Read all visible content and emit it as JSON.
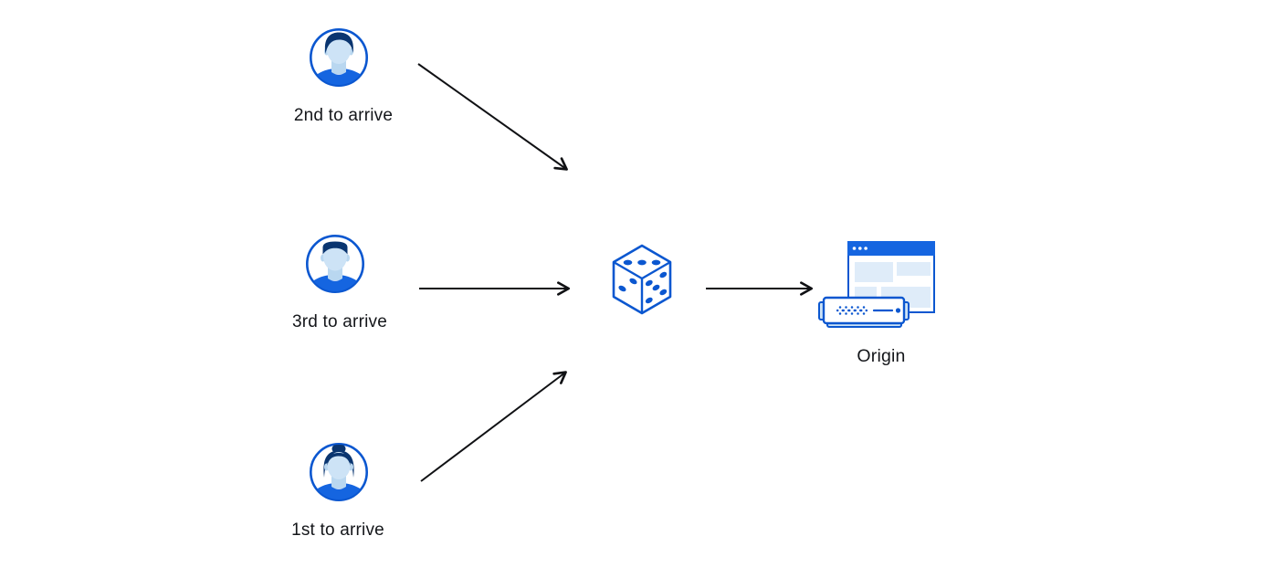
{
  "diagram": {
    "description": "Random traffic steering diagram: three clients send requests to a dice (random selector) which forwards to a single origin server",
    "clients": [
      {
        "label": "2nd to arrive",
        "icon": "user-avatar-man-icon"
      },
      {
        "label": "3rd to arrive",
        "icon": "user-avatar-man-short-hair-icon"
      },
      {
        "label": "1st to arrive",
        "icon": "user-avatar-woman-icon"
      }
    ],
    "selector": {
      "icon": "dice-icon",
      "die_faces": {
        "top_pips": 3,
        "left_pips": 2,
        "right_pips": 5
      }
    },
    "origin": {
      "label": "Origin",
      "icon": "origin-server-icon"
    },
    "edges": [
      {
        "from": "2nd to arrive",
        "to": "dice"
      },
      {
        "from": "3rd to arrive",
        "to": "dice"
      },
      {
        "from": "1st to arrive",
        "to": "dice"
      },
      {
        "from": "dice",
        "to": "Origin"
      }
    ],
    "colors": {
      "stroke_blue": "#0b57d0",
      "fill_blue": "#1565e0",
      "dark_navy": "#0a3570",
      "skin_light_blue": "#cde3f6",
      "panel_light_blue": "#dfecf9",
      "arrow_black": "#101114",
      "background": "#ffffff"
    }
  }
}
